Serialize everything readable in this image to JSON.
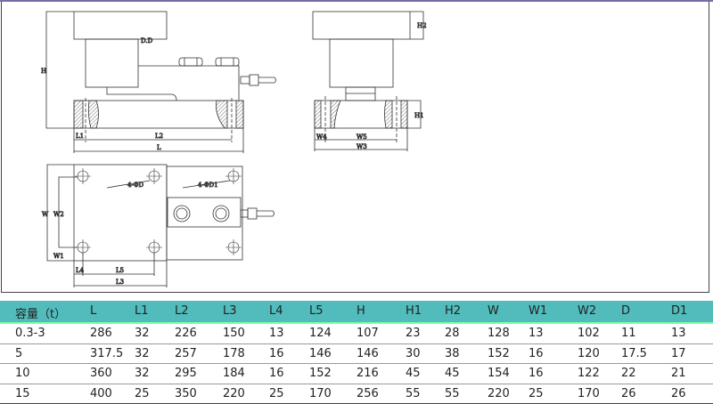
{
  "drawing": {
    "front": {
      "H": "H",
      "L1": "L1",
      "L2": "L2",
      "L": "L",
      "note": "D.D"
    },
    "side": {
      "H2": "H2",
      "H1": "H1",
      "W4": "W4",
      "W5": "W5",
      "W3": "W3"
    },
    "plan": {
      "W": "W",
      "W2": "W2",
      "W1": "W1",
      "L4": "L4",
      "L5": "L5",
      "L3": "L3",
      "hole_d": "4-ΦD",
      "hole_d1": "4-ΦD1"
    }
  },
  "table": {
    "headers": [
      "容量（t）",
      "L",
      "L1",
      "L2",
      "L3",
      "L4",
      "L5",
      "H",
      "H1",
      "H2",
      "W",
      "W1",
      "W2",
      "D",
      "D1"
    ],
    "rows": [
      [
        "0.3-3",
        "286",
        "32",
        "226",
        "150",
        "13",
        "124",
        "107",
        "23",
        "28",
        "128",
        "13",
        "102",
        "11",
        "13"
      ],
      [
        "5",
        "317.5",
        "32",
        "257",
        "178",
        "16",
        "146",
        "146",
        "30",
        "38",
        "152",
        "16",
        "120",
        "17.5",
        "17"
      ],
      [
        "10",
        "360",
        "32",
        "295",
        "184",
        "16",
        "152",
        "216",
        "45",
        "45",
        "154",
        "16",
        "122",
        "22",
        "21"
      ],
      [
        "15",
        "400",
        "25",
        "350",
        "220",
        "25",
        "170",
        "256",
        "55",
        "55",
        "220",
        "25",
        "170",
        "26",
        "26"
      ]
    ]
  },
  "colors": {
    "header_bg": "#52bcbc",
    "top_line": "#7a6aa8"
  }
}
